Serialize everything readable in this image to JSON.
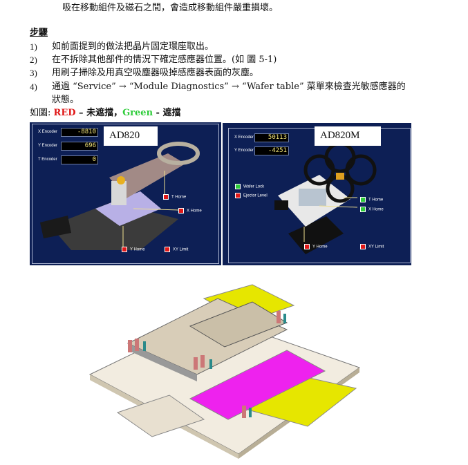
{
  "text": {
    "line0": "吸在移動組件及磁石之間，會造成移動組件嚴重損壞。",
    "heading": "步驟",
    "steps": [
      {
        "n": "1)",
        "text": "如前面提到的做法把晶片固定環座取出。"
      },
      {
        "n": "2)",
        "text": "在不拆除其他部件的情況下確定感應器位置。(如 圖 5-1)"
      },
      {
        "n": "3)",
        "text": "用刷子掃除及用真空吸塵器吸掉感應器表面的灰塵。"
      },
      {
        "n": "4)",
        "text": "通過 “Service” → “Module Diagnostics” → “Wafer table” 菜單來檢查光敏感應器的"
      }
    ],
    "step4_cont": "狀態。",
    "legend_prefix": "如圖: ",
    "legend_red": "RED",
    "legend_mid": " – 未遮擋，",
    "legend_green": "Green",
    "legend_end": " - 遮擋"
  },
  "colors": {
    "red": "#e01818",
    "green": "#2ecc3a",
    "panel": "#0d1f55"
  },
  "panel_left": {
    "title": "AD820",
    "encoders": [
      {
        "label": "X Encoder",
        "value": "-8810"
      },
      {
        "label": "Y Encoder",
        "value": "696"
      },
      {
        "label": "T Encoder",
        "value": "0"
      }
    ],
    "sensors": [
      {
        "label": "T Home",
        "state": "red"
      },
      {
        "label": "X Home",
        "state": "red"
      },
      {
        "label": "Y Home",
        "state": "red"
      },
      {
        "label": "XY Limit",
        "state": "red"
      }
    ]
  },
  "panel_right": {
    "title": "AD820M",
    "encoders": [
      {
        "label": "X Encoder",
        "value": "50113"
      },
      {
        "label": "Y Encoder",
        "value": "-4251"
      }
    ],
    "sensors": [
      {
        "label": "Wafer Lock",
        "state": "green"
      },
      {
        "label": "Ejector Level",
        "state": "red"
      },
      {
        "label": "T Home",
        "state": "green"
      },
      {
        "label": "X Home",
        "state": "green"
      },
      {
        "label": "Y Home",
        "state": "red"
      },
      {
        "label": "XY Limit",
        "state": "red"
      }
    ]
  }
}
